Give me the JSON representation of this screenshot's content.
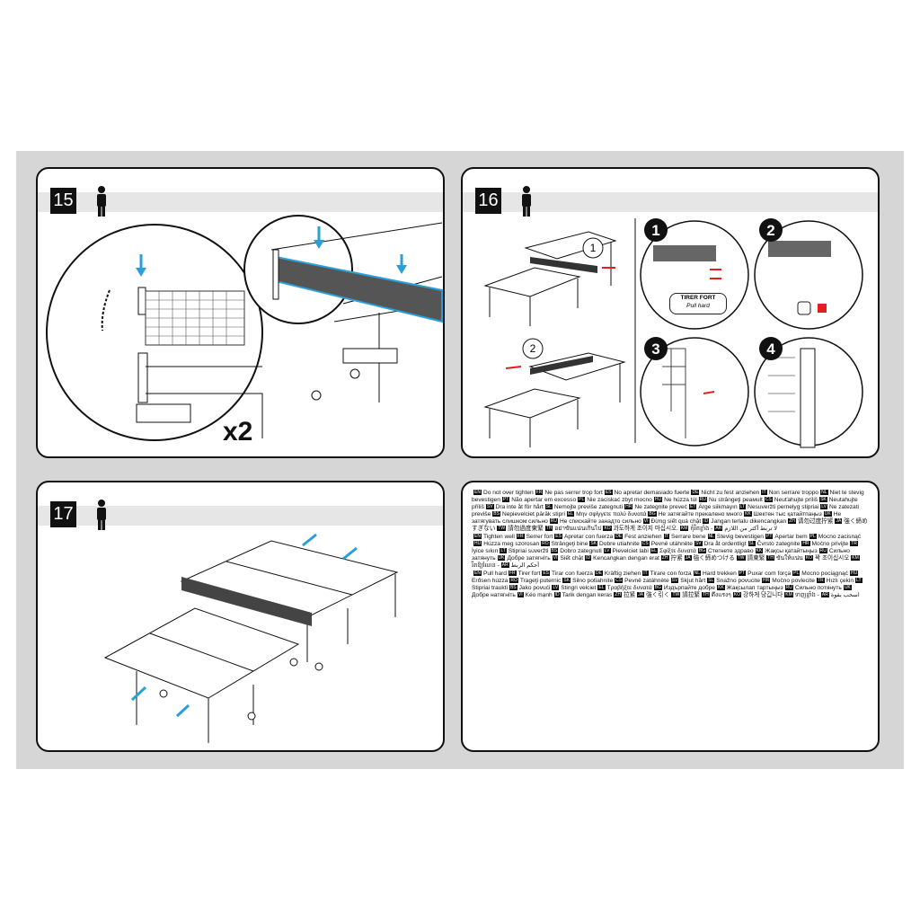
{
  "steps": [
    {
      "number": "15",
      "multiplier": "x2"
    },
    {
      "number": "16",
      "substeps": [
        "1",
        "2",
        "3",
        "4"
      ],
      "callouts": [
        "1",
        "2"
      ],
      "pull_label": "TIRER FORT",
      "pull_sublabel": "Pull hard"
    },
    {
      "number": "17"
    }
  ],
  "notes": [
    [
      {
        "code": "EN",
        "text": "Do not over tighten"
      },
      {
        "code": "FR",
        "text": "Ne pas serrer trop fort"
      },
      {
        "code": "ES",
        "text": "No apretar demasiado fuerte"
      },
      {
        "code": "DE",
        "text": "Nicht zu fest anziehen"
      },
      {
        "code": "IT",
        "text": "Non serrare troppo"
      },
      {
        "code": "NL",
        "text": "Niet te stevig bevestigen"
      },
      {
        "code": "PT",
        "text": "Não apertar em excesso"
      },
      {
        "code": "PL",
        "text": "Nie zaciskać zbyt mocno"
      },
      {
        "code": "HU",
        "text": "Ne húzza túl"
      },
      {
        "code": "RU",
        "text": "Nu strângeţi peaмult"
      },
      {
        "code": "CS",
        "text": "Neuťahujte príliš"
      },
      {
        "code": "SK",
        "text": "Neutahujte příliš"
      },
      {
        "code": "SV",
        "text": "Dra inte åt för hårt"
      },
      {
        "code": "SL",
        "text": "Nemojte previše zategnuti"
      },
      {
        "code": "HR",
        "text": "Ne zategnite preveč"
      },
      {
        "code": "ET",
        "text": "Ärge siikmayın"
      },
      {
        "code": "LT",
        "text": "Nesuveržti pernelyg stipriai"
      },
      {
        "code": "LV",
        "text": "Ne zatezati previše"
      },
      {
        "code": "BS",
        "text": "Nepievelciet pārāk stipri"
      },
      {
        "code": "EL",
        "text": "Μην σφίγγετε πολύ δυνατά"
      },
      {
        "code": "BG",
        "text": "Не затягайте прекалено много"
      },
      {
        "code": "KK",
        "text": "Шектен тыс қатайтпаңыз"
      },
      {
        "code": "UK",
        "text": "Не затягувать слишком сильно"
      },
      {
        "code": "RU",
        "text": "Не спискайте занадто сильно"
      },
      {
        "code": "VI",
        "text": "Đừng siết quá chặt"
      },
      {
        "code": "ID",
        "text": "Jangan terlalu dikencangkan"
      },
      {
        "code": "ZH",
        "text": "请勿过度拧紧"
      },
      {
        "code": "JA",
        "text": "強く締めすぎない"
      },
      {
        "code": "TW",
        "text": "請勿過度東緊"
      },
      {
        "code": "TH",
        "text": "อย่าขันแน่นเกินไป"
      },
      {
        "code": "KO",
        "text": "과도하게 조이지 마십시오."
      },
      {
        "code": "KM",
        "text": "កុំរឹតខ្លាំង -"
      },
      {
        "code": "AR",
        "text": "لا تربط أكثر من اللازم"
      }
    ],
    [
      {
        "code": "EN",
        "text": "Tighten well"
      },
      {
        "code": "FR",
        "text": "Serrer fort"
      },
      {
        "code": "ES",
        "text": "Apretar con fuerza"
      },
      {
        "code": "DE",
        "text": "Fest anziehen"
      },
      {
        "code": "IT",
        "text": "Serrare bene"
      },
      {
        "code": "NL",
        "text": "Stevig bevestigen"
      },
      {
        "code": "PT",
        "text": "Apertar bem"
      },
      {
        "code": "PL",
        "text": "Mocno zacisnąć"
      },
      {
        "code": "HU",
        "text": "Húzza meg szorosan"
      },
      {
        "code": "RO",
        "text": "Strângeţi bine"
      },
      {
        "code": "SK",
        "text": "Dobre utiahnite"
      },
      {
        "code": "CS",
        "text": "Pevně utáhněte"
      },
      {
        "code": "SV",
        "text": "Dra åt ordentligt"
      },
      {
        "code": "SL",
        "text": "Čvrsto zategnite"
      },
      {
        "code": "HR",
        "text": "Močno privijte"
      },
      {
        "code": "TR",
        "text": "İyice sıkın"
      },
      {
        "code": "LT",
        "text": "Stipriai suveržti"
      },
      {
        "code": "BS",
        "text": "Dobro zategnuti"
      },
      {
        "code": "LV",
        "text": "Pievelciet labi"
      },
      {
        "code": "EL",
        "text": "Σφίξτε δυνατά"
      },
      {
        "code": "BG",
        "text": "Стегнете здраво"
      },
      {
        "code": "KK",
        "text": "Жақсы қатайтыңыз"
      },
      {
        "code": "RU",
        "text": "Сильно затянуть"
      },
      {
        "code": "UK",
        "text": "Добре затягніть"
      },
      {
        "code": "VI",
        "text": "Siết chặt"
      },
      {
        "code": "ID",
        "text": "Kencangkan dengan erat"
      },
      {
        "code": "ZH",
        "text": "拧紧"
      },
      {
        "code": "JA",
        "text": "強く締めつける"
      },
      {
        "code": "TW",
        "text": "請東緊"
      },
      {
        "code": "TH",
        "text": "ขันให้แน่น"
      },
      {
        "code": "KO",
        "text": "꽉 조이십시오"
      },
      {
        "code": "KM",
        "text": "រឹតឱ្យណែន -"
      },
      {
        "code": "AR",
        "text": "أحكم الربط"
      }
    ],
    [
      {
        "code": "EN",
        "text": "Pull hard"
      },
      {
        "code": "FR",
        "text": "Tirer fort"
      },
      {
        "code": "ES",
        "text": "Tirar con fuerza"
      },
      {
        "code": "DE",
        "text": "Kräftig ziehen"
      },
      {
        "code": "IT",
        "text": "Tirare con forza"
      },
      {
        "code": "NL",
        "text": "Hard trekken"
      },
      {
        "code": "PT",
        "text": "Puxar com força"
      },
      {
        "code": "PL",
        "text": "Mocno pociągnąć"
      },
      {
        "code": "HU",
        "text": "Erősen húzza"
      },
      {
        "code": "RO",
        "text": "Trageţi puternic"
      },
      {
        "code": "SK",
        "text": "Silno potiahnite"
      },
      {
        "code": "CS",
        "text": "Pevně zatáhněte"
      },
      {
        "code": "SV",
        "text": "Skjut hårt"
      },
      {
        "code": "SL",
        "text": "Snažno povucite"
      },
      {
        "code": "HR",
        "text": "Močno povlecite"
      },
      {
        "code": "TR",
        "text": "Hızlı çekin"
      },
      {
        "code": "LT",
        "text": "Stipriai traukti"
      },
      {
        "code": "BS",
        "text": "Jako povući"
      },
      {
        "code": "LV",
        "text": "Stingri velciet"
      },
      {
        "code": "EL",
        "text": "Τραβήξτε δυνατά"
      },
      {
        "code": "BG",
        "text": "Издърпайте добре"
      },
      {
        "code": "KK",
        "text": "Жақсылап тартыңыз"
      },
      {
        "code": "RU",
        "text": "Сильно потянуть"
      },
      {
        "code": "UK",
        "text": "Добре натягніть"
      },
      {
        "code": "VI",
        "text": "Kéo mạnh"
      },
      {
        "code": "ID",
        "text": "Tarik dengan keras"
      },
      {
        "code": "ZH",
        "text": "拉紧"
      },
      {
        "code": "JA",
        "text": "強く引く"
      },
      {
        "code": "TW",
        "text": "請拉緊"
      },
      {
        "code": "TH",
        "text": "ดึงแรงๆ"
      },
      {
        "code": "KO",
        "text": "강하게 당깁니다"
      },
      {
        "code": "KM",
        "text": "ទាញខ្លាំង -"
      },
      {
        "code": "AR",
        "text": "اسحب بقوة"
      }
    ]
  ],
  "colors": {
    "arrow_blue": "#2a9fd8",
    "arrow_red": "#e02020",
    "band_gray": "#d6d6d6"
  }
}
